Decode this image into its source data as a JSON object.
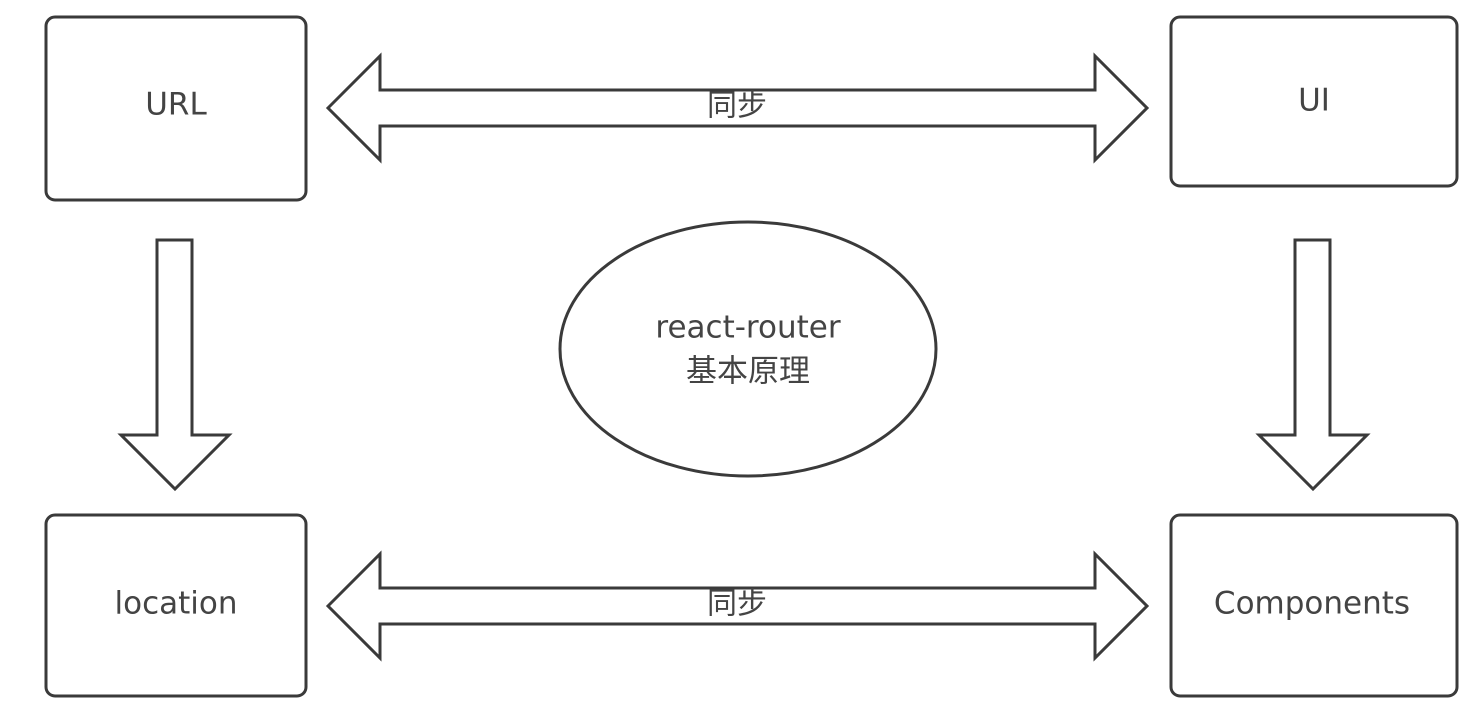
{
  "nodes": {
    "url": "URL",
    "ui": "UI",
    "location": "location",
    "components": "Components"
  },
  "center": {
    "line1": "react-router",
    "line2": "基本原理"
  },
  "arrows": {
    "top_sync": "同步",
    "bottom_sync": "同步"
  }
}
